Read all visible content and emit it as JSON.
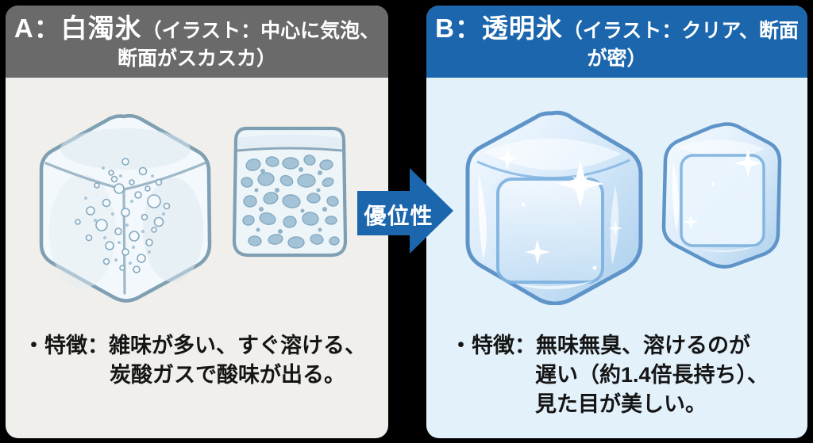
{
  "left_panel": {
    "title": "A：白濁氷",
    "subtitle_line1": "（イラスト：中心に気泡、",
    "subtitle_line2": "断面がスカスカ）",
    "features": {
      "line1": "・特徴：雑味が多い、すぐ溶ける、",
      "line2": "炭酸ガスで酸味が出る。"
    }
  },
  "arrow": {
    "label": "優位性"
  },
  "right_panel": {
    "title": "B：透明氷",
    "subtitle_line1": "（イラスト：クリア、断面",
    "subtitle_line2": "が密）",
    "features": {
      "line1": "・特徴：無味無臭、溶けるのが",
      "line2": "遅い（約1.4倍長持ち）、",
      "line3": "見た目が美しい。"
    }
  },
  "icons": {
    "left_large": "cloudy-ice-cube-with-bubbles",
    "left_cross_section": "porous-ice-cross-section",
    "right_large": "clear-ice-cube-large",
    "right_small": "clear-ice-cube-small",
    "center": "right-arrow"
  },
  "colors": {
    "background": "#000000",
    "left_header": "#6a6a6a",
    "left_body": "#f0efeb",
    "right_header": "#1b66ad",
    "right_body": "#e3f1fb",
    "arrow": "#1b66ad",
    "header_text": "#ffffff",
    "body_text": "#151515",
    "ice_outline": "#7f9fb3",
    "clear_ice_outline": "#5e94c8"
  }
}
